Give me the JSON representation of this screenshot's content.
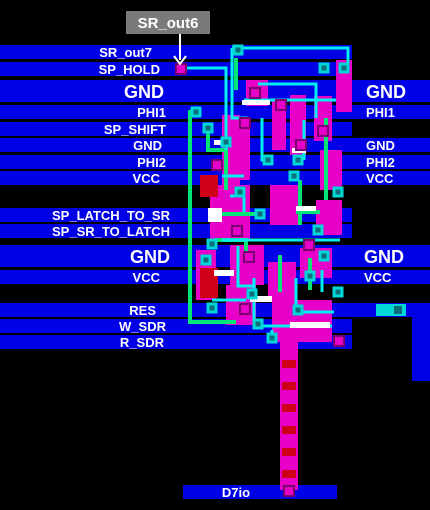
{
  "diagram": {
    "background": "#000000",
    "colors": {
      "metal": "#0000e6",
      "poly": "#00e676",
      "diffusion": "#e600c8",
      "buried": "#d00018",
      "contact": "#00d8d8",
      "wire_cyan": "#00f0f0",
      "highlight": "#ffffff",
      "callout_bg": "#7a7a7a"
    },
    "callout": {
      "label": "SR_out6"
    },
    "left_labels": {
      "sr_out7": "SR_out7",
      "sp_hold": "SP_HOLD",
      "gnd_a": "GND",
      "phi1": "PHI1",
      "sp_shift": "SP_SHIFT",
      "gnd_b": "GND",
      "phi2": "PHI2",
      "vcc_a": "VCC",
      "sp_latch_to_sr": "SP_LATCH_TO_SR",
      "sp_sr_to_latch": "SP_SR_TO_LATCH",
      "gnd_c": "GND",
      "vcc_b": "VCC",
      "res": "RES",
      "w_sdr": "W_SDR",
      "r_sdr": "R_SDR"
    },
    "right_labels": {
      "gnd_a": "GND",
      "phi1": "PHI1",
      "gnd_b": "GND",
      "phi2": "PHI2",
      "vcc_a": "VCC",
      "gnd_c": "GND",
      "vcc_b": "VCC"
    },
    "bottom_label": "D7io"
  }
}
